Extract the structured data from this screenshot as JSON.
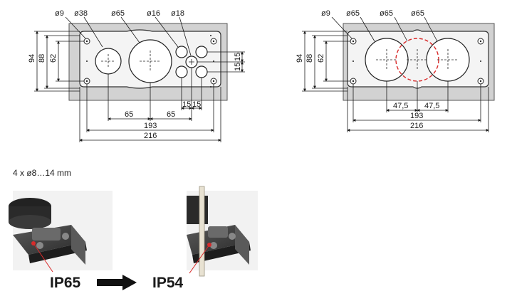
{
  "left_drawing": {
    "hole_labels": [
      "ø9",
      "ø38",
      "ø65",
      "ø16",
      "ø18"
    ],
    "vertical_dims": [
      "94",
      "88",
      "62"
    ],
    "right_dims": [
      "15",
      "15"
    ],
    "bottom_dims": [
      "65",
      "65",
      "15",
      "15",
      "193",
      "216"
    ]
  },
  "right_drawing": {
    "hole_labels": [
      "ø9",
      "ø65",
      "ø65",
      "ø65"
    ],
    "vertical_dims": [
      "94",
      "88",
      "62"
    ],
    "bottom_dims": [
      "47,5",
      "47,5",
      "193",
      "216"
    ]
  },
  "mounting_note": "4 x ø8…14 mm",
  "rating_before": "IP65",
  "rating_after": "IP54",
  "colors": {
    "accent_red": "#d92b2b",
    "plate": "#d4d4d4",
    "line": "#1a1a1a"
  }
}
